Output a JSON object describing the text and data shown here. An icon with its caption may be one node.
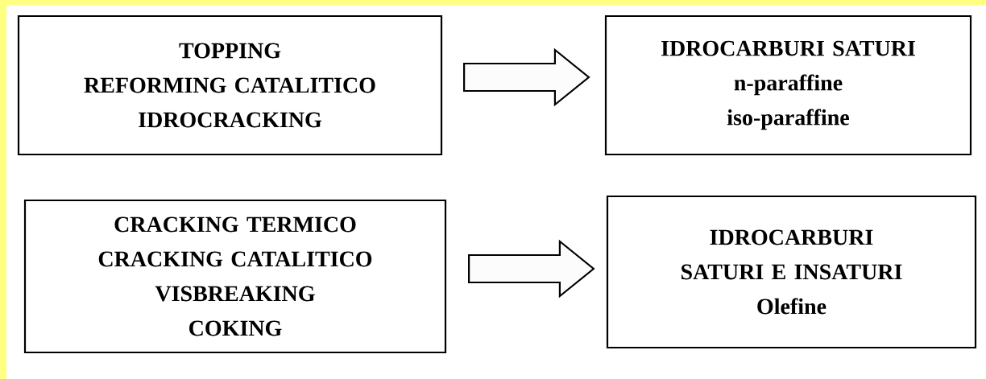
{
  "diagram": {
    "nodes": [
      {
        "text": [
          "TOPPING",
          "REFORMING CATALITICO",
          "IDROCRACKING"
        ]
      },
      {
        "text": [
          "IDROCARBURI SATURI",
          "n-paraffine",
          "iso-paraffine"
        ]
      },
      {
        "text": [
          "CRACKING TERMICO",
          "CRACKING CATALITICO",
          "VISBREAKING",
          "COKING"
        ]
      },
      {
        "text": [
          "IDROCARBURI SATURI E INSATURI",
          "Olefine"
        ]
      }
    ],
    "edges": [
      {
        "from": 0,
        "to": 1,
        "arrow": "to"
      },
      {
        "from": 2,
        "to": 3,
        "arrow": "to"
      }
    ]
  }
}
